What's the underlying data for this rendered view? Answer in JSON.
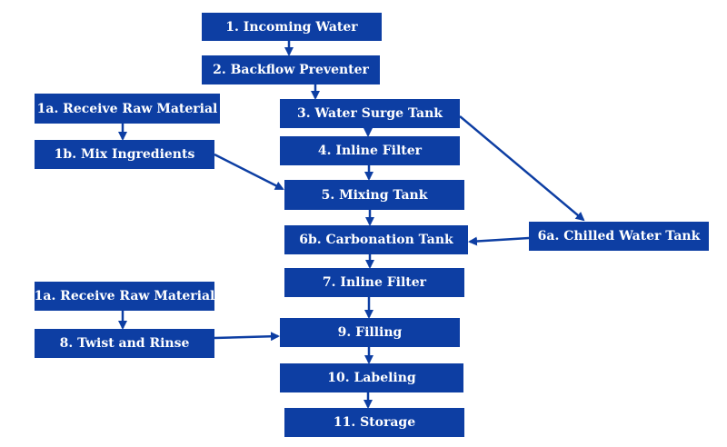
{
  "colors": {
    "box_fill": "#0d3ea3",
    "box_text": "#ffffff",
    "arrow": "#0d3ea3"
  },
  "nodes": {
    "incoming_water": "1. Incoming Water",
    "backflow_preventer": "2. Backflow Preventer",
    "receive_raw_material_top": "1a. Receive Raw Material",
    "water_surge_tank": "3. Water Surge Tank",
    "mix_ingredients": "1b. Mix Ingredients",
    "inline_filter_4": "4. Inline Filter",
    "mixing_tank": "5. Mixing Tank",
    "carbonation_tank": "6b. Carbonation Tank",
    "chilled_water_tank": "6a. Chilled Water Tank",
    "inline_filter_7": "7. Inline Filter",
    "receive_raw_material_bottom": "1a. Receive Raw Material",
    "filling": "9. Filling",
    "twist_and_rinse": "8. Twist and Rinse",
    "labeling": "10. Labeling",
    "storage": "11. Storage"
  },
  "connections": [
    {
      "from": "incoming_water",
      "to": "backflow_preventer"
    },
    {
      "from": "backflow_preventer",
      "to": "water_surge_tank"
    },
    {
      "from": "receive_raw_material_top",
      "to": "mix_ingredients"
    },
    {
      "from": "water_surge_tank",
      "to": "inline_filter_4"
    },
    {
      "from": "water_surge_tank",
      "to": "chilled_water_tank"
    },
    {
      "from": "mix_ingredients",
      "to": "mixing_tank"
    },
    {
      "from": "inline_filter_4",
      "to": "mixing_tank"
    },
    {
      "from": "mixing_tank",
      "to": "carbonation_tank"
    },
    {
      "from": "chilled_water_tank",
      "to": "carbonation_tank"
    },
    {
      "from": "carbonation_tank",
      "to": "inline_filter_7"
    },
    {
      "from": "inline_filter_7",
      "to": "filling"
    },
    {
      "from": "receive_raw_material_bottom",
      "to": "twist_and_rinse"
    },
    {
      "from": "twist_and_rinse",
      "to": "filling"
    },
    {
      "from": "filling",
      "to": "labeling"
    },
    {
      "from": "labeling",
      "to": "storage"
    }
  ]
}
